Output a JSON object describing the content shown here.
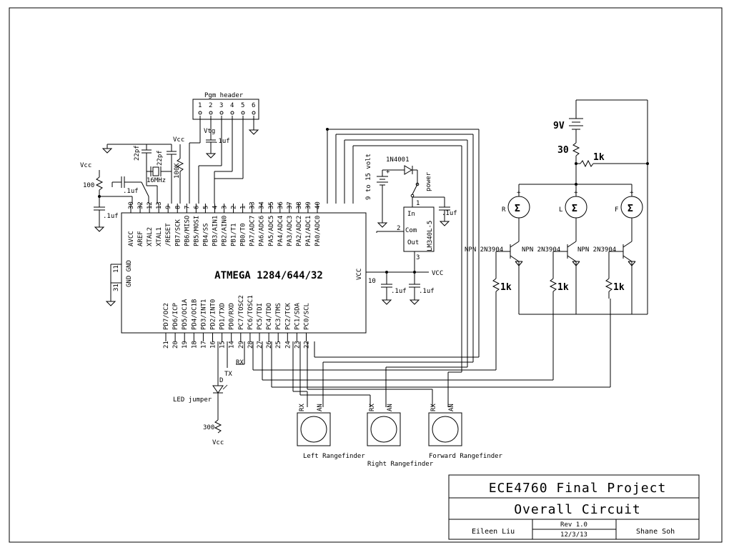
{
  "chip": {
    "name": "ATMEGA 1284/644/32",
    "top_pins": [
      {
        "num": "30",
        "name": "AVCC"
      },
      {
        "num": "32",
        "name": "AREF"
      },
      {
        "num": "12",
        "name": "XTAL2"
      },
      {
        "num": "13",
        "name": "XTAL1"
      },
      {
        "num": "9",
        "name": "/RESET"
      },
      {
        "num": "8",
        "name": "PB7/SCK"
      },
      {
        "num": "7",
        "name": "PB6/MISO"
      },
      {
        "num": "6",
        "name": "PB5/MOSI"
      },
      {
        "num": "5",
        "name": "PB4/SS"
      },
      {
        "num": "4",
        "name": "PB3/AIN1"
      },
      {
        "num": "3",
        "name": "PB2/AIN0"
      },
      {
        "num": "2",
        "name": "PB1/T1"
      },
      {
        "num": "1",
        "name": "PB0/T0"
      },
      {
        "num": "33",
        "name": "PA7/ADC7"
      },
      {
        "num": "34",
        "name": "PA6/ADC6"
      },
      {
        "num": "35",
        "name": "PA5/ADC5"
      },
      {
        "num": "36",
        "name": "PA4/ADC4"
      },
      {
        "num": "37",
        "name": "PA3/ADC3"
      },
      {
        "num": "38",
        "name": "PA2/ADC2"
      },
      {
        "num": "39",
        "name": "PA1/ADC1"
      },
      {
        "num": "40",
        "name": "PA0/ADC0"
      }
    ],
    "bottom_pins": [
      {
        "num": "21",
        "name": "PD7/OC2"
      },
      {
        "num": "20",
        "name": "PD6/ICP"
      },
      {
        "num": "19",
        "name": "PD5/OC1A"
      },
      {
        "num": "18",
        "name": "PD4/OC1B"
      },
      {
        "num": "17",
        "name": "PD3/INT1"
      },
      {
        "num": "16",
        "name": "PD2/INT0"
      },
      {
        "num": "15",
        "name": "PD1/TXD"
      },
      {
        "num": "14",
        "name": "PD0/RXD"
      },
      {
        "num": "29",
        "name": "PC7/TOSC2"
      },
      {
        "num": "28",
        "name": "PC6/TOSC1"
      },
      {
        "num": "27",
        "name": "PC5/TDI"
      },
      {
        "num": "26",
        "name": "PC4/TDO"
      },
      {
        "num": "25",
        "name": "PC3/TMS"
      },
      {
        "num": "24",
        "name": "PC2/TCK"
      },
      {
        "num": "23",
        "name": "PC1/SDA"
      },
      {
        "num": "22",
        "name": "PC0/SCL"
      }
    ],
    "left_gnd": {
      "label": "GND GND",
      "pin_a": "11",
      "pin_b": "31"
    },
    "right_vcc": {
      "label": "VCC",
      "pin": "10"
    }
  },
  "header": {
    "title": "Pgm header",
    "pins": [
      "1",
      "2",
      "3",
      "4",
      "5",
      "6"
    ],
    "vtg": "Vtg"
  },
  "crystal": {
    "freq": "16MHz",
    "cap_a": "22pf",
    "cap_b": "22pf"
  },
  "labels": {
    "vcc": "Vcc",
    "r100": "100",
    "cap1uf": ".1uf",
    "r100k": "100K",
    "diode": "1N4001",
    "supply": "9 to 15 volt",
    "power": "power",
    "reg_in": "In",
    "reg_com": "Com",
    "reg_out": "Out",
    "reg_name": "LM340L-5",
    "reg_pin1": "1",
    "reg_pin2": "2",
    "reg_pin3": "3",
    "vcc_upper": "VCC",
    "tx": "TX",
    "rx": "RX",
    "led_d": "D",
    "led_jumper": "LED jumper",
    "r300": "300",
    "bat": "9V",
    "r30": "30",
    "r1k": "1k",
    "npn": "NPN 2N3904",
    "motor_r": "R",
    "motor_l": "L",
    "motor_f": "F",
    "plus": "+",
    "rf_rx": "RX",
    "rf_an": "AN"
  },
  "rangefinders": [
    "Left Rangefinder",
    "Right Rangefinder",
    "Forward Rangefinder"
  ],
  "titleblock": {
    "project": "ECE4760 Final Project",
    "sheet": "Overall Circuit",
    "author_left": "Eileen Liu",
    "rev": "Rev 1.0",
    "date": "12/3/13",
    "author_right": "Shane Soh"
  }
}
